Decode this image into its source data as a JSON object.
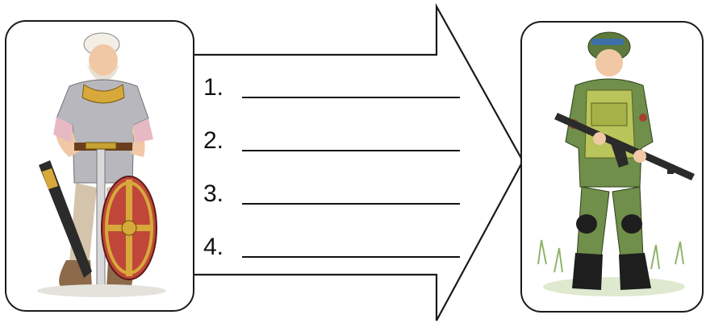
{
  "exercise": {
    "lines": [
      {
        "number": "1."
      },
      {
        "number": "2."
      },
      {
        "number": "3."
      },
      {
        "number": "4."
      }
    ]
  }
}
